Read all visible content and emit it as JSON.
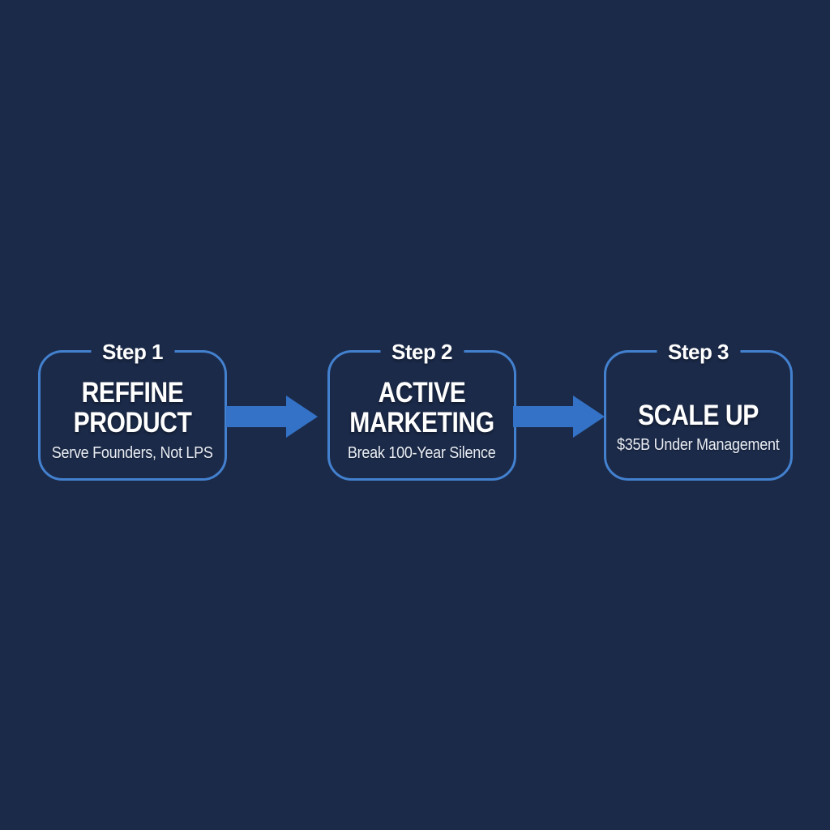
{
  "diagram": {
    "type": "process-flow",
    "direction": "left-to-right",
    "background_color": "#1b2a49",
    "accent": {
      "box_border_color": "#4381cf",
      "arrow_color": "#3372c6",
      "title_color": "#ffffff",
      "subtitle_color": "#e9edf4"
    },
    "steps": [
      {
        "label": "Step 1",
        "title": "REFFINE PRODUCT",
        "subtitle": "Serve Founders, Not LPS"
      },
      {
        "label": "Step 2",
        "title": "ACTIVE MARKETING",
        "subtitle": "Break 100-Year Silence"
      },
      {
        "label": "Step 3",
        "title": "SCALE UP",
        "subtitle": "$35B Under Management"
      }
    ],
    "connectors": [
      {
        "from": "Step 1",
        "to": "Step 2",
        "shape": "right-arrow"
      },
      {
        "from": "Step 2",
        "to": "Step 3",
        "shape": "right-arrow"
      }
    ]
  }
}
